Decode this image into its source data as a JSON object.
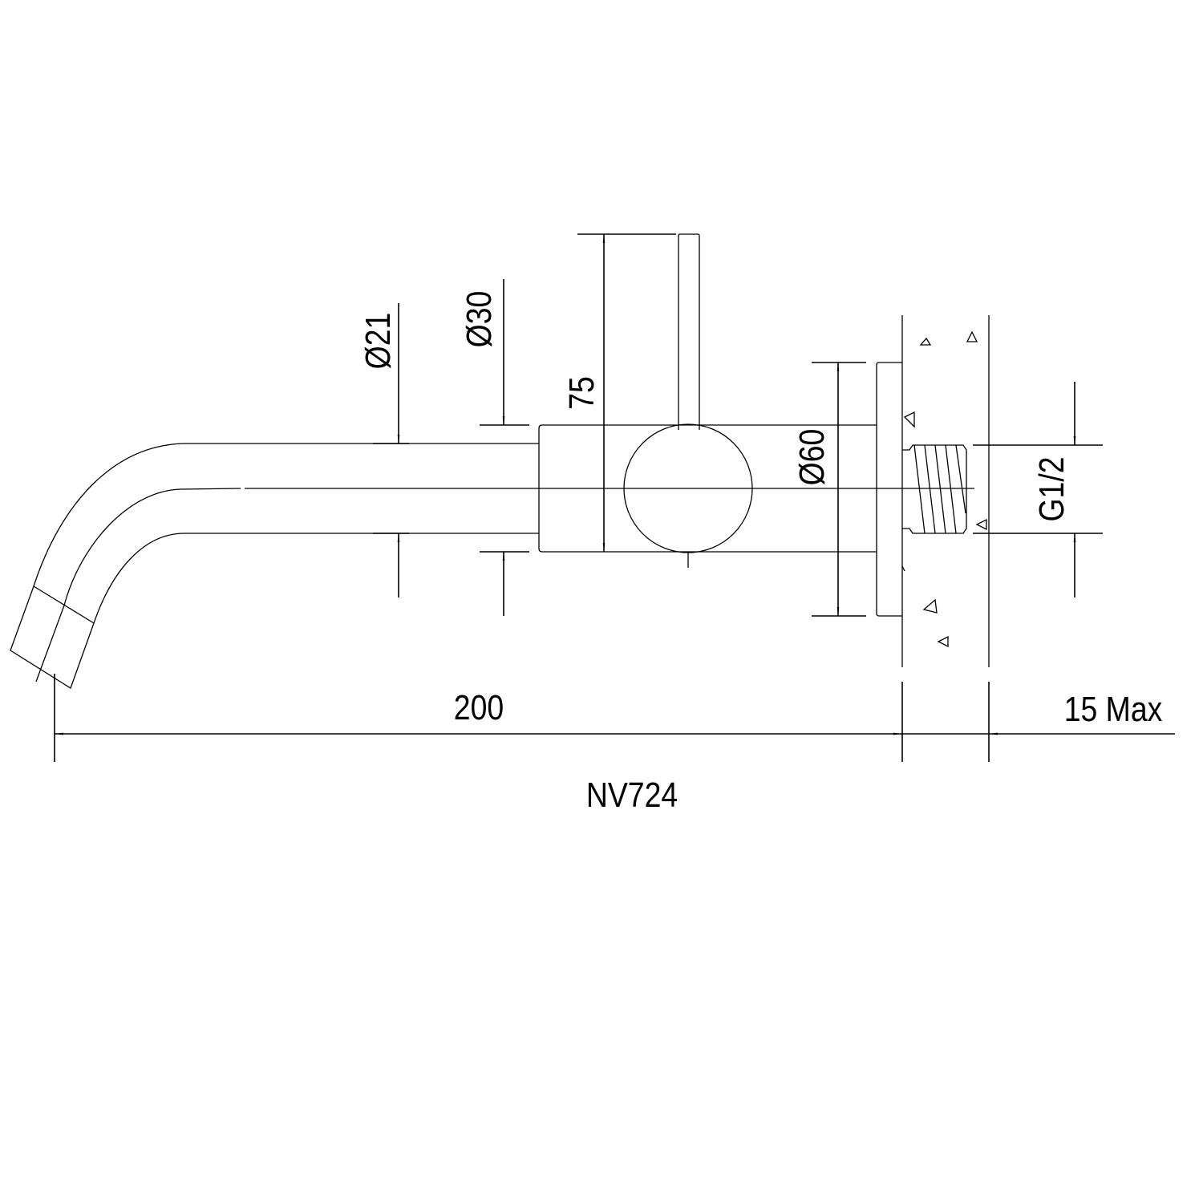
{
  "drawing": {
    "model": "NV724",
    "dimensions": {
      "spout_diameter": "Ø21",
      "body_diameter": "Ø30",
      "handle_height": "75",
      "flange_diameter": "Ø60",
      "thread": "G1/2",
      "projection": "200",
      "wall_max": "15 Max"
    }
  }
}
